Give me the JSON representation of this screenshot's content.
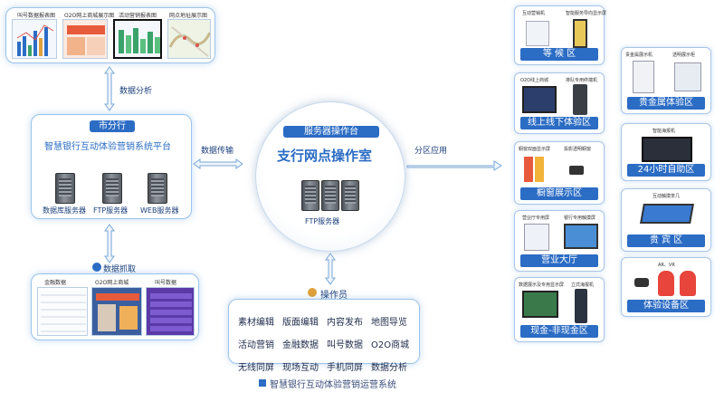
{
  "top_left": {
    "shot_labels": [
      "叫号数据报表图",
      "O2O网上商城展示图",
      "活动营销报表图",
      "网点地址展示图"
    ]
  },
  "arrows": {
    "data_analysis": "数据分析",
    "data_transfer": "数据传输",
    "zone_apply": "分区应用",
    "data_fetch": "数据抓取"
  },
  "branch": {
    "title": "市分行",
    "subtitle": "智慧银行互动体验营销系统平台",
    "servers": [
      "数据库服务器",
      "FTP服务器",
      "WEB服务器"
    ]
  },
  "center": {
    "header": "服务器操作台",
    "title": "支行网点操作室",
    "server": "FTP服务器"
  },
  "bottom_left": {
    "shot_labels": [
      "金融数据",
      "O2O网上商城",
      "叫号数据"
    ]
  },
  "operator": {
    "title": "操作员",
    "items": [
      "素材编辑",
      "版面编辑",
      "内容发布",
      "地图导览",
      "活动营销",
      "金融数据",
      "叫号数据",
      "O2O商城",
      "无线同屏",
      "现场互动",
      "手机同屏",
      "数据分析"
    ]
  },
  "zones_left": [
    {
      "title": "等 候 区",
      "items": [
        "互动营销机",
        "智能服务导向显示屏"
      ]
    },
    {
      "title": "线上线下体验区",
      "items": [
        "O2O线上商城",
        "排队专用终端机"
      ]
    },
    {
      "title": "橱窗展示区",
      "items": [
        "橱窗双面显示屏",
        "投影透明橱窗"
      ]
    },
    {
      "title": "营业大厅",
      "items": [
        "营业厅专用屏",
        "银行专用触摸屏"
      ]
    },
    {
      "title": "现金-非现金区",
      "items": [
        "数据展示及专用显示屏",
        "立式海报机"
      ]
    }
  ],
  "zones_right": [
    {
      "title": "贵金属体验区",
      "items": [
        "贵金属展示机",
        "透明展示柜"
      ]
    },
    {
      "title": "24小时自助区",
      "items": [
        "智能海报机"
      ]
    },
    {
      "title": "贵 宾 区",
      "items": [
        "互动触摸茶几"
      ]
    },
    {
      "title": "体验设备区",
      "items": [
        "AR、VR"
      ]
    }
  ],
  "footer": "智慧银行互动体验营销运营系统",
  "colors": {
    "accent": "#2b6cc4",
    "panel_border": "#9cc3e8",
    "text_dark": "#1e2a4a"
  }
}
